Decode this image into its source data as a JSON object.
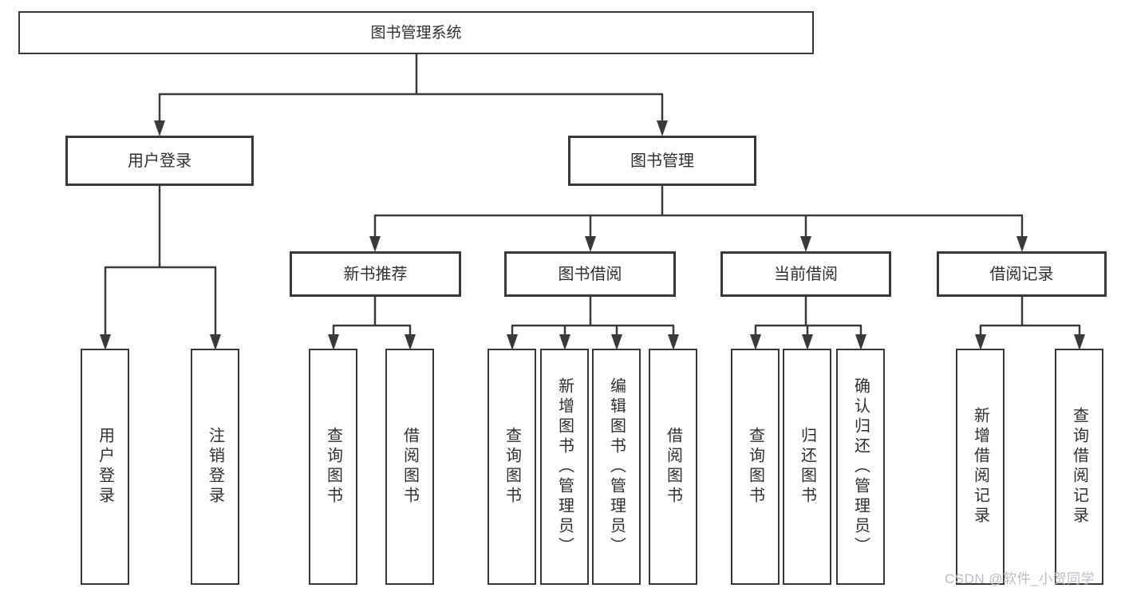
{
  "diagram": {
    "watermark": "CSDN @软件_小贺同学",
    "colors": {
      "line": "#3a3a3a",
      "text": "#2f2f2f",
      "box_background": "#ffffff",
      "watermark": "#b9bcc4"
    },
    "tree": {
      "root": {
        "label": "图书管理系统"
      },
      "children": [
        {
          "label": "用户登录",
          "children": [
            {
              "label": "用户登录"
            },
            {
              "label": "注销登录"
            }
          ]
        },
        {
          "label": "图书管理",
          "children": [
            {
              "label": "新书推荐",
              "children": [
                {
                  "label": "查询图书"
                },
                {
                  "label": "借阅图书"
                }
              ]
            },
            {
              "label": "图书借阅",
              "children": [
                {
                  "label": "查询图书"
                },
                {
                  "label": "新增图书（管理员）"
                },
                {
                  "label": "编辑图书（管理员）"
                },
                {
                  "label": "借阅图书"
                }
              ]
            },
            {
              "label": "当前借阅",
              "children": [
                {
                  "label": "查询图书"
                },
                {
                  "label": "归还图书"
                },
                {
                  "label": "确认归还（管理员）"
                }
              ]
            },
            {
              "label": "借阅记录",
              "children": [
                {
                  "label": "新增借阅记录"
                },
                {
                  "label": "查询借阅记录"
                }
              ]
            }
          ]
        }
      ]
    }
  }
}
